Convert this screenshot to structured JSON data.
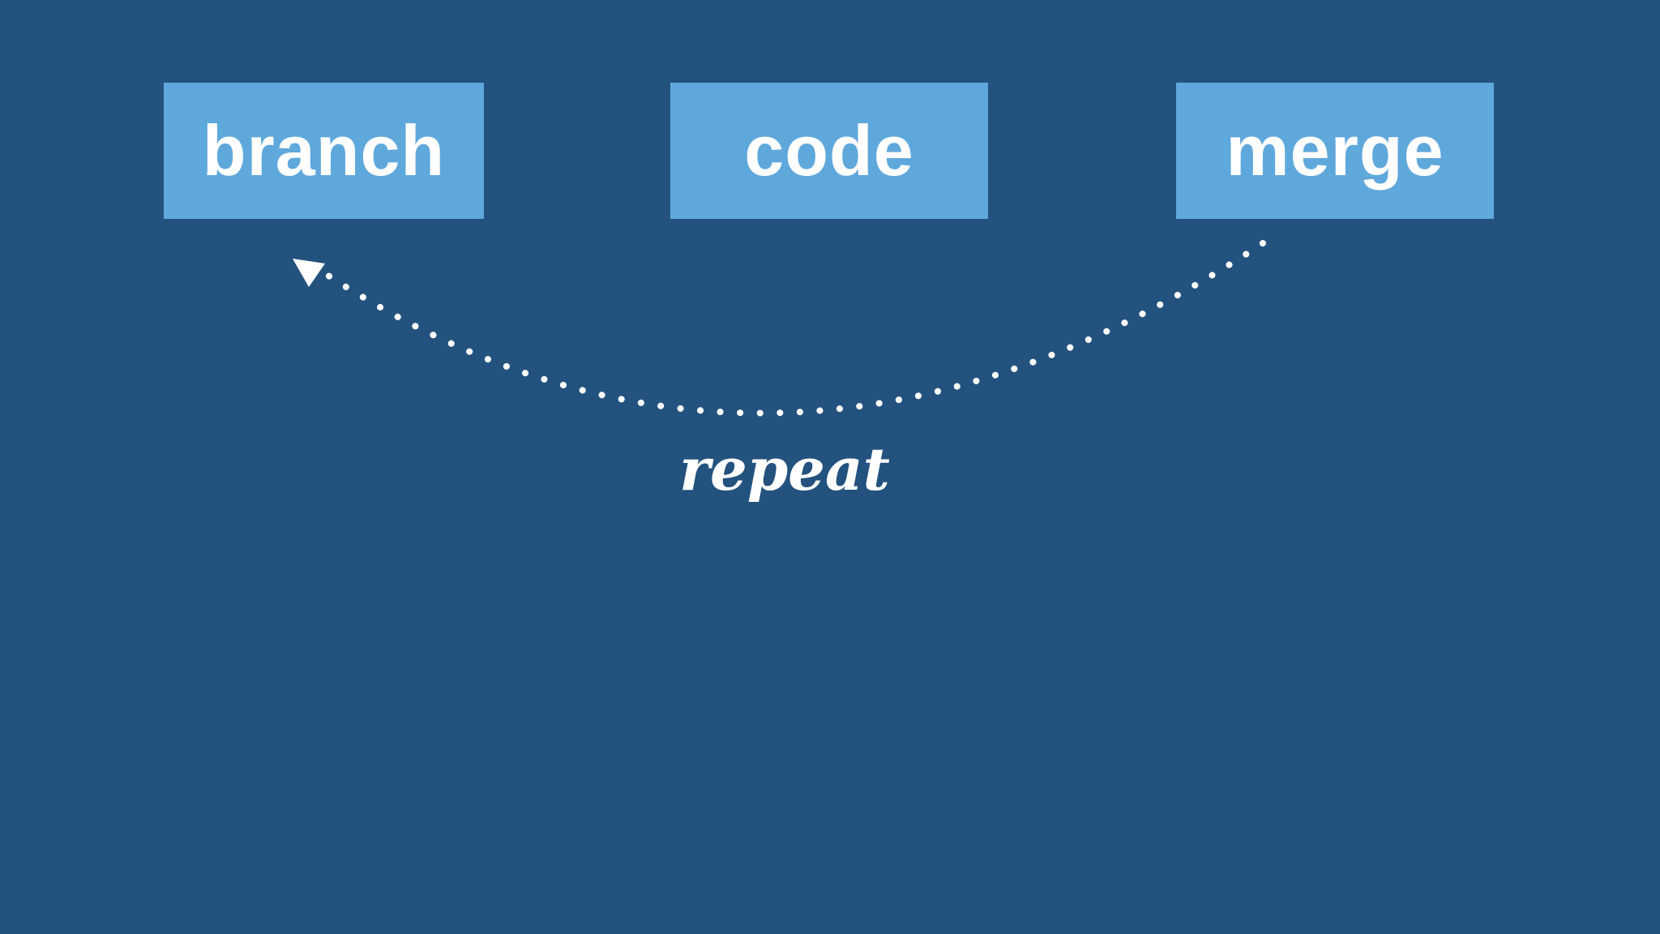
{
  "slide": {
    "background_color": "#24527E",
    "box_fill_color": "#5FA8DC",
    "text_color": "#FFFFFF",
    "boxes": [
      {
        "label": "branch"
      },
      {
        "label": "code"
      },
      {
        "label": "merge"
      }
    ],
    "arrow": {
      "label": "repeat",
      "color": "#FFFFFF",
      "style": "dotted-arc",
      "from": "merge",
      "to": "branch"
    }
  }
}
